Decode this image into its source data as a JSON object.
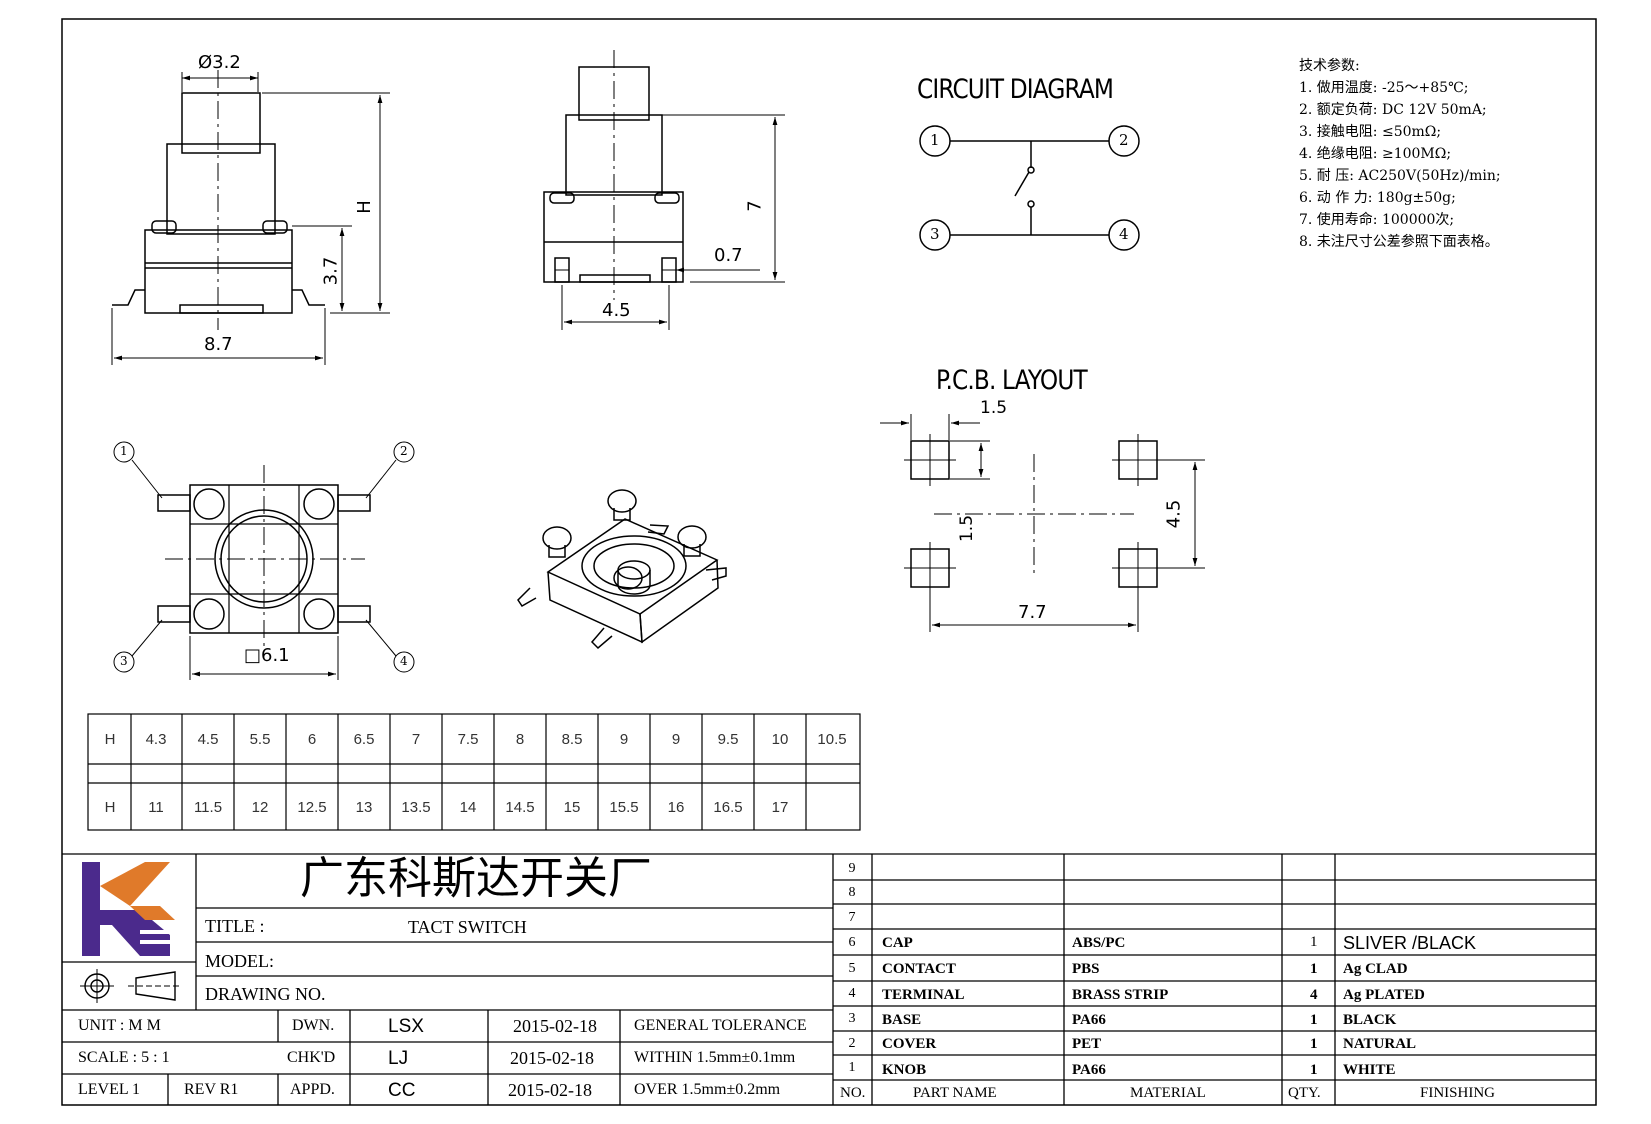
{
  "drawing": {
    "circuit_title": "CIRCUIT  DIAGRAM",
    "pcb_title": "P.C.B. LAYOUT",
    "pins": [
      "1",
      "2",
      "3",
      "4"
    ],
    "dims": {
      "dia": "Ø3.2",
      "h": "H",
      "d37": "3.7",
      "d87": "8.7",
      "d7": "7",
      "d07": "0.7",
      "d45": "4.5",
      "d61": "□6.1",
      "p15a": "1.5",
      "p15b": "1.5",
      "p45": "4.5",
      "p77": "7.7"
    }
  },
  "specs": {
    "heading": "技术参数:",
    "items": [
      "1.  做用温度: -25～+85℃;",
      "2.  额定负荷: DC 12V 50mA;",
      "3.  接触电阻: ≤50mΩ;",
      "4.  绝缘电阻: ≥100MΩ;",
      "5.  耐    压: AC250V(50Hz)/min;",
      "6.  动 作 力: 180g±50g;",
      "7.  使用寿命: 100000次;",
      "8.  未注尺寸公差参照下面表格。"
    ]
  },
  "height_table": {
    "row1": [
      "H",
      "4.3",
      "4.5",
      "5.5",
      "6",
      "6.5",
      "7",
      "7.5",
      "8",
      "8.5",
      "9",
      "9",
      "9.5",
      "10",
      "10.5"
    ],
    "row2": [
      "H",
      "11",
      "11.5",
      "12",
      "12.5",
      "13",
      "13.5",
      "14",
      "14.5",
      "15",
      "15.5",
      "16",
      "16.5",
      "17",
      ""
    ]
  },
  "title_block": {
    "company": "广东科斯达开关厂",
    "title_label": "TITLE :",
    "title_value": "TACT SWITCH",
    "model_label": "MODEL:",
    "drawing_no_label": "DRAWING NO.",
    "unit": "UNIT    :    M M",
    "scale": "SCALE   :   5 : 1",
    "level": "LEVEL  1",
    "rev": "REV   R1",
    "dwn_label": "DWN.",
    "dwn_name": "LSX",
    "dwn_date": "2015-02-18",
    "chk_label": "CHK'D",
    "chk_name": "LJ",
    "chk_date": "2015-02-18",
    "appd_label": "APPD.",
    "appd_name": "CC",
    "appd_date": "2015-02-18",
    "tol_title": "GENERAL  TOLERANCE",
    "tol_within": "WITHIN  1.5mm±0.1mm",
    "tol_over": "OVER    1.5mm±0.2mm"
  },
  "bom": {
    "header": {
      "no": "NO.",
      "part": "PART   NAME",
      "material": "MATERIAL",
      "qty": "QTY.",
      "finishing": "FINISHING"
    },
    "row_numbers": [
      "9",
      "8",
      "7",
      "6",
      "5",
      "4",
      "3",
      "2",
      "1"
    ],
    "rows": [
      {
        "no": "6",
        "part": "CAP",
        "material": "ABS/PC",
        "qty": "1",
        "finishing": "SLIVER /BLACK"
      },
      {
        "no": "5",
        "part": "CONTACT",
        "material": "PBS",
        "qty": "1",
        "finishing": "Ag CLAD"
      },
      {
        "no": "4",
        "part": "TERMINAL",
        "material": "BRASS STRIP",
        "qty": "4",
        "finishing": "Ag PLATED"
      },
      {
        "no": "3",
        "part": "BASE",
        "material": "PA66",
        "qty": "1",
        "finishing": "BLACK"
      },
      {
        "no": "2",
        "part": "COVER",
        "material": "PET",
        "qty": "1",
        "finishing": "NATURAL"
      },
      {
        "no": "1",
        "part": "KNOB",
        "material": "PA66",
        "qty": "1",
        "finishing": "WHITE"
      }
    ]
  }
}
